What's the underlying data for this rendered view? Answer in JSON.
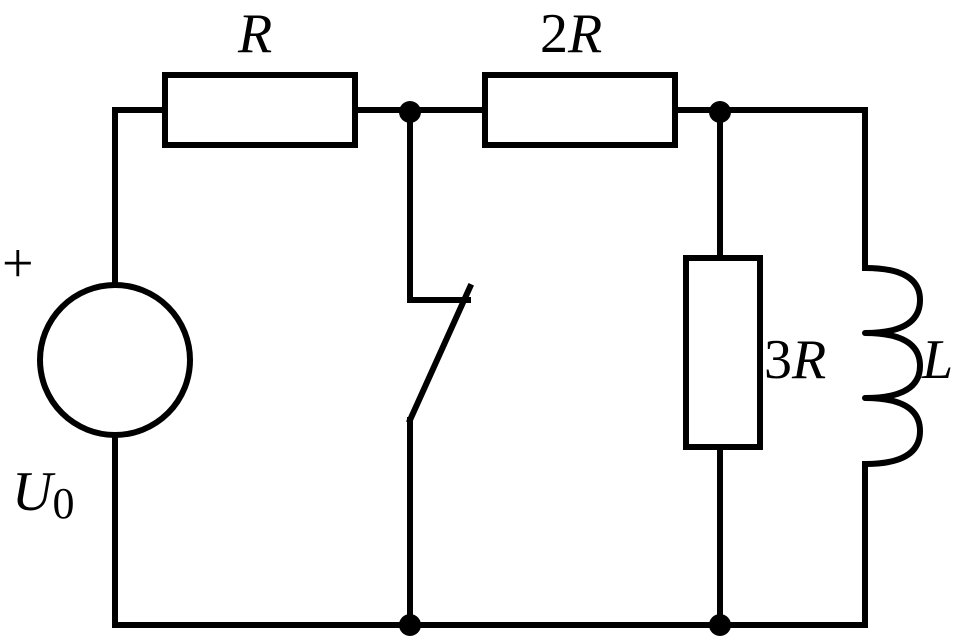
{
  "labels": {
    "r1_prefix": "",
    "r1_symbol": "R",
    "r2_prefix": "2",
    "r2_symbol": "R",
    "r3_prefix": "3",
    "r3_symbol": "R",
    "inductor_symbol": "L",
    "source_symbol": "U",
    "source_subscript": "0",
    "source_polarity": "+"
  }
}
